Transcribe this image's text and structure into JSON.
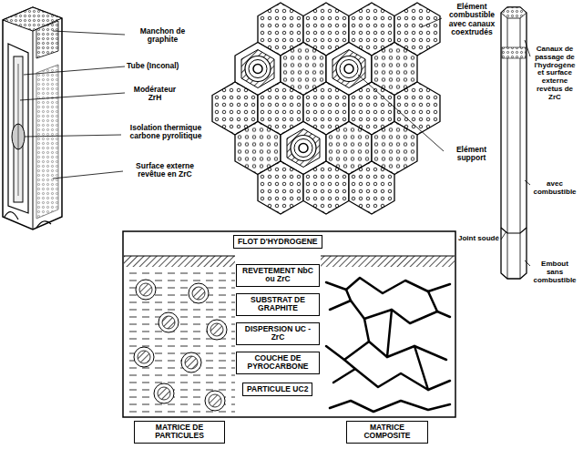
{
  "diagram": {
    "nodes": [
      {
        "text": [
          "FLOT D'HYDROGENE"
        ]
      },
      {
        "text": [
          "REVETEMENT NbC ou ZrC"
        ]
      },
      {
        "text": [
          "SUBSTRAT DE GRAPHITE"
        ]
      },
      {
        "text": [
          "DISPERSION UC - ZrC"
        ]
      },
      {
        "text": [
          "COUCHE DE PYROCARBONE"
        ]
      },
      {
        "text": [
          "PARTICULE UC2"
        ]
      },
      {
        "text": [
          "MATRICE DE PARTICULES"
        ]
      },
      {
        "text": [
          "MATRICE COMPOSITE"
        ]
      }
    ],
    "labels": [
      "Manchon de graphite",
      "Tube (Inconal)",
      "Modérateur ZrH",
      "Isolation thermique carbone pyrolitique",
      "Surface externe revêtue en ZrC",
      "Elément combustible avec canaux coextrudés",
      "Elément support",
      "Canaux de passage de l'hydrogène et surface externe revêtus de ZrC",
      "avec combustible",
      "Joint soudé",
      "Embout sans combustible"
    ]
  }
}
